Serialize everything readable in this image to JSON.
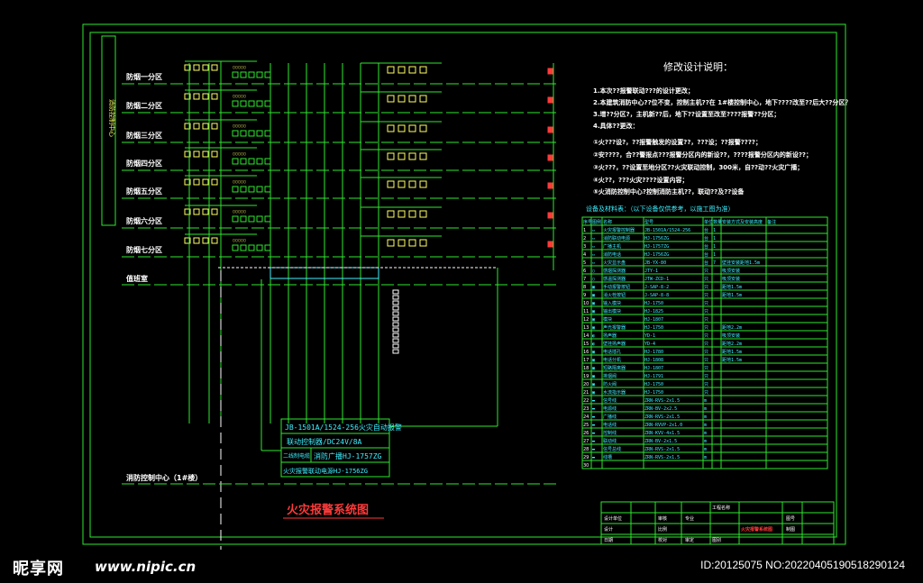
{
  "zones": [
    "防烟一分区",
    "防烟二分区",
    "防烟三分区",
    "防烟四分区",
    "防烟五分区",
    "防烟六分区",
    "防烟七分区"
  ],
  "duty_room": "值班室",
  "control_center": "消防控制中心（1#楼）",
  "diagram_title": "火灾报警系统图",
  "left_strip": "消防控制中心",
  "panel": {
    "line1": "JB-1501A/1524-256火灾自动报警",
    "line2": "联动控制器/DC24V/8A",
    "line3a": "二线制电缆",
    "line3b": "消防广播HJ-1757ZG",
    "line4": "火灾报警联动电源HJ-1756ZG"
  },
  "notes": {
    "heading": "修改设计说明：",
    "lines": [
      "1.本次??报警联动???的设计更改；",
      "2.本建筑消防中心??位不变，控制主机??在  1#楼控制中心，地下????改至??后大??分区？",
      "3.增??分区?，主机新??后，地下??设置至改至????报警??分区；",
      "4.具体??更改：",
      "①火???设?，??报警触发的设置??，???设；??报警????；",
      "②安????，合??警报点???报警分区内的新设??，????报警分区内的新设??；",
      "③火???，??设置至地分区??火灾联动控制，300米，自??动??火灾广播；",
      "④火??，???火灾????设置内容；",
      "⑤火消防控制中心?控制消防主机??，联动??及??设备"
    ]
  },
  "materials": {
    "title": "设备及材料表：（以下设备仅供参考，以施工图为准）",
    "headers": [
      "序号",
      "图例",
      "名称",
      "型号",
      "单位",
      "数量",
      "安装方式及安装高度",
      "备注"
    ],
    "rows": [
      [
        "1",
        "▭",
        "火灾报警控制器",
        "JB-1501A/1524-256",
        "台",
        "1",
        "",
        ""
      ],
      [
        "2",
        "▭",
        "消防联动电源",
        "HJ-1756ZG",
        "台",
        "1",
        "",
        ""
      ],
      [
        "3",
        "▭",
        "广播主机",
        "HJ-1757ZG",
        "台",
        "1",
        "",
        ""
      ],
      [
        "4",
        "▭",
        "消防电话",
        "HJ-1756ZG",
        "台",
        "1",
        "",
        ""
      ],
      [
        "5",
        "▭",
        "火灾显示盘",
        "JB-YX-80",
        "台",
        "7",
        "壁挂安装距地1.5m",
        ""
      ],
      [
        "6",
        "◯",
        "感烟探测器",
        "JTY-1",
        "只",
        "",
        "吸顶安装",
        ""
      ],
      [
        "7",
        "◯",
        "感温探测器",
        "JTW-ZCD-1",
        "只",
        "",
        "吸顶安装",
        ""
      ],
      [
        "8",
        "▣",
        "手动报警按钮",
        "J-SAP-8-2",
        "只",
        "",
        "距地1.5m",
        ""
      ],
      [
        "9",
        "▣",
        "消火栓按钮",
        "J-SAP-8-8",
        "只",
        "",
        "距地1.5m",
        ""
      ],
      [
        "10",
        "▣",
        "输入模块",
        "HJ-1750",
        "只",
        "",
        "",
        ""
      ],
      [
        "11",
        "▣",
        "输出模块",
        "HJ-1825",
        "只",
        "",
        "",
        ""
      ],
      [
        "12",
        "▣",
        "模块",
        "HJ-1807",
        "只",
        "",
        "",
        ""
      ],
      [
        "13",
        "▣",
        "声光报警器",
        "HJ-1750",
        "只",
        "",
        "距地2.2m",
        ""
      ],
      [
        "14",
        "◐",
        "扬声器",
        "YD-1",
        "只",
        "",
        "吸顶安装",
        ""
      ],
      [
        "15",
        "◐",
        "壁挂扬声器",
        "YD-4",
        "只",
        "",
        "距地2.2m",
        ""
      ],
      [
        "16",
        "▣",
        "电话插孔",
        "HJ-1780",
        "只",
        "",
        "距地1.5m",
        ""
      ],
      [
        "17",
        "▣",
        "电话分机",
        "HJ-1808",
        "只",
        "",
        "距地1.5m",
        ""
      ],
      [
        "18",
        "▣",
        "短路隔离器",
        "HJ-1807",
        "只",
        "",
        "",
        ""
      ],
      [
        "19",
        "▣",
        "排烟阀",
        "HJ-1791",
        "只",
        "",
        "",
        ""
      ],
      [
        "20",
        "▣",
        "防火阀",
        "HJ-1750",
        "只",
        "",
        "",
        ""
      ],
      [
        "21",
        "▣",
        "水流指示器",
        "HJ-1750",
        "只",
        "",
        "",
        ""
      ],
      [
        "22",
        "▬",
        "信号线",
        "ZRN-RVS-2x1.5",
        "m",
        "",
        "",
        ""
      ],
      [
        "23",
        "▬",
        "电源线",
        "ZRN-BV-2x2.5",
        "m",
        "",
        "",
        ""
      ],
      [
        "24",
        "▬",
        "广播线",
        "ZRN-RVS-2x1.5",
        "m",
        "",
        "",
        ""
      ],
      [
        "25",
        "▬",
        "电话线",
        "ZRN-RVVP-2x1.0",
        "m",
        "",
        "",
        ""
      ],
      [
        "26",
        "▬",
        "控制线",
        "ZRN-KVV-4x1.5",
        "m",
        "",
        "",
        ""
      ],
      [
        "27",
        "▬",
        "联动线",
        "ZRN-BV-2x1.5",
        "m",
        "",
        "",
        ""
      ],
      [
        "28",
        "▬",
        "信号总线",
        "ZRN-RVS-2x1.5",
        "m",
        "",
        "",
        ""
      ],
      [
        "29",
        "▬",
        "线槽",
        "ZRN-RVS-2x1.5",
        "m",
        "",
        "",
        ""
      ],
      [
        "30",
        "",
        "",
        "",
        "",
        "",
        "",
        ""
      ]
    ]
  },
  "title_block": {
    "cells": [
      "工程名称",
      "设计单位",
      "审核",
      "图号",
      "设计",
      "比例",
      "制图",
      "日期",
      "校对",
      "图别",
      "火灾报警系统图",
      "专业",
      "审定"
    ]
  },
  "footer": {
    "logo": "昵享网",
    "url": "www.nipic.cn",
    "id": "ID:20125075 NO:20220405190518290124"
  },
  "colors": {
    "line": "#2ee82e",
    "title": "#ff3a3a",
    "module_text": "#ffff66",
    "cyan": "#3ff0ff",
    "bg": "#000000"
  }
}
